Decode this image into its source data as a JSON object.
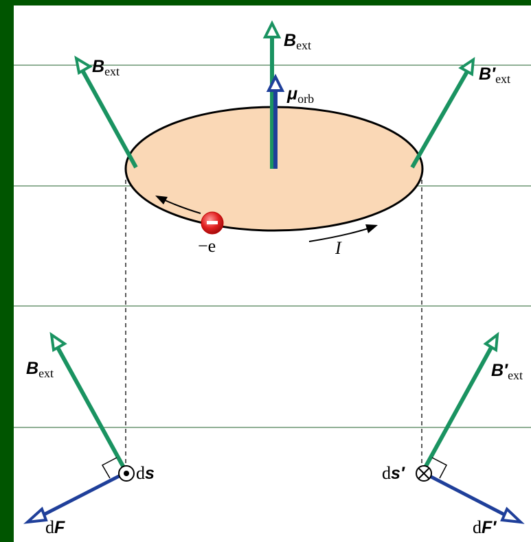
{
  "colors": {
    "frame": "#005500",
    "background": "#ffffff",
    "b_field_arrow": "#1a9361",
    "mu_arrow": "#1f3f9a",
    "force_arrow": "#1f3f9a",
    "loop_fill": "#fad8b6",
    "electron": "#e12020"
  },
  "labels": {
    "b_ext_top": {
      "symbol": "B",
      "subscript": "ext"
    },
    "b_ext_upper_left": {
      "symbol": "B",
      "subscript": "ext"
    },
    "b_ext_prime_upper_right": {
      "symbol": "B′",
      "subscript": "ext"
    },
    "mu_orb": {
      "symbol": "μ",
      "subscript": "orb"
    },
    "electron_charge": "−e",
    "current": "I",
    "b_ext_lower_left": {
      "symbol": "B",
      "subscript": "ext"
    },
    "b_ext_prime_lower_right": {
      "symbol": "B′",
      "subscript": "ext"
    },
    "ds": {
      "prefix": "d",
      "symbol": "s"
    },
    "ds_prime": {
      "prefix": "d",
      "symbol": "s′"
    },
    "dF": {
      "prefix": "d",
      "symbol": "F"
    },
    "dF_prime": {
      "prefix": "d",
      "symbol": "F′"
    }
  },
  "icons": {
    "out_of_page": "dot-in-circle-icon",
    "into_page": "cross-in-circle-icon",
    "electron": "electron-icon"
  }
}
